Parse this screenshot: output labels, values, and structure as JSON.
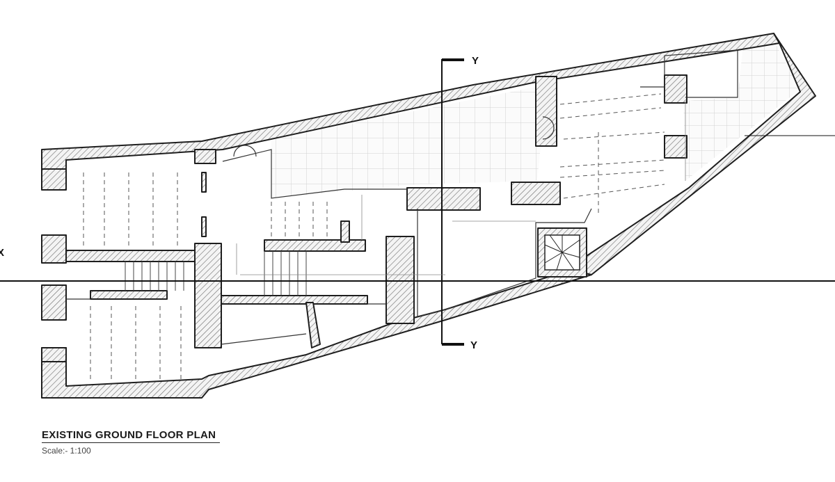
{
  "plan": {
    "title": "EXISTING GROUND FLOOR PLAN",
    "scale": "Scale:- 1:100"
  },
  "section_markers": {
    "y_top": "Y",
    "y_bottom": "Y",
    "x_left": "X"
  },
  "colors": {
    "line": "#1e1e1e",
    "hatch": "#6a6a6a",
    "tile_grid": "#d2d2d2",
    "background": "#ffffff"
  }
}
